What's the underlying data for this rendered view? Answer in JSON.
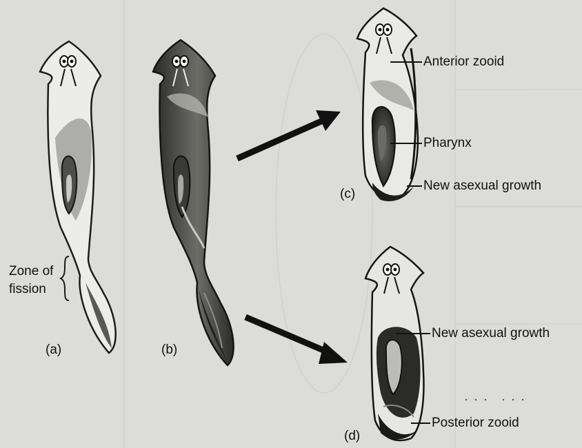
{
  "labels": {
    "zone_of_fission": [
      "Zone of",
      "fission"
    ],
    "anterior_zooid": "Anterior zooid",
    "pharynx": "Pharynx",
    "new_asexual_growth_c": "New asexual growth",
    "new_asexual_growth_d": "New asexual growth",
    "posterior_zooid": "Posterior zooid"
  },
  "panels": {
    "a": "(a)",
    "b": "(b)",
    "c": "(c)",
    "d": "(d)"
  }
}
